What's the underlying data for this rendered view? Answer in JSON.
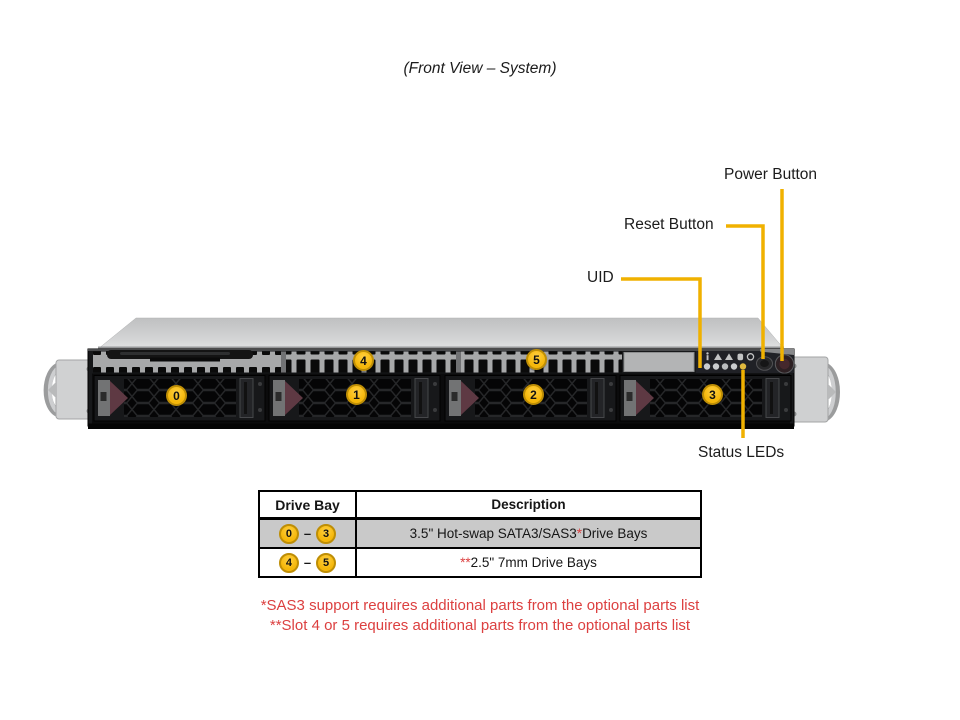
{
  "title": "(Front View – System)",
  "callouts": {
    "power_button": "Power Button",
    "reset_button": "Reset Button",
    "uid": "UID",
    "status_leds": "Status LEDs"
  },
  "server": {
    "badges": [
      "0",
      "1",
      "2",
      "3",
      "4",
      "5"
    ]
  },
  "table": {
    "headers": [
      "Drive Bay",
      "Description"
    ],
    "rows": [
      {
        "from": "0",
        "to": "3",
        "dash": "–",
        "pre": "3.5\" Hot-swap SATA3/SAS3",
        "mark": "*",
        "post": " Drive Bays"
      },
      {
        "from": "4",
        "to": "5",
        "dash": "–",
        "pre": "",
        "mark": "**",
        "post": "2.5\" 7mm Drive Bays"
      }
    ]
  },
  "footnotes": [
    "*SAS3 support requires additional parts from the optional parts list",
    "**Slot 4 or 5 requires additional parts from the optional parts list"
  ],
  "colors": {
    "callout_yellow": "#F0B100",
    "badge_fill": "#F5B70A",
    "badge_ring": "#BE8E06",
    "footnote_red": "#DC4040",
    "table_row_gray": "#C9C9C9"
  }
}
